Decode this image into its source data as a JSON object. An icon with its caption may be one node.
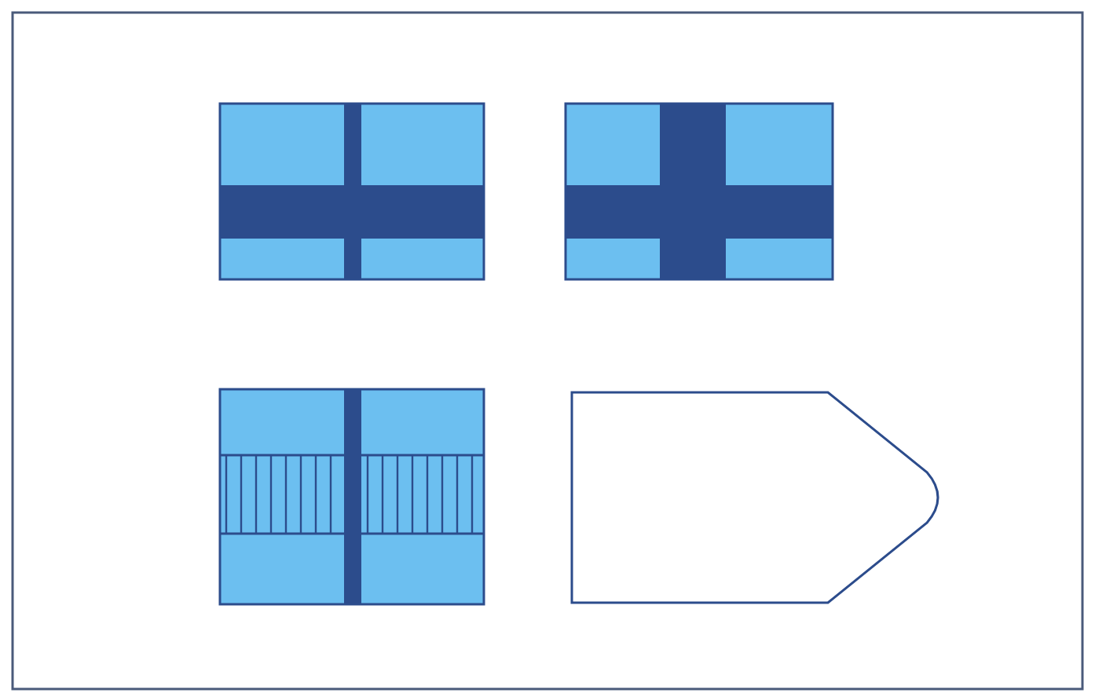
{
  "diagram": {
    "nodes": [
      {
        "text": [],
        "shape": "box"
      },
      {
        "text": [],
        "shape": "box"
      },
      {
        "text": [],
        "shape": "box"
      },
      {
        "text": [],
        "shape": "pentagon"
      }
    ]
  }
}
